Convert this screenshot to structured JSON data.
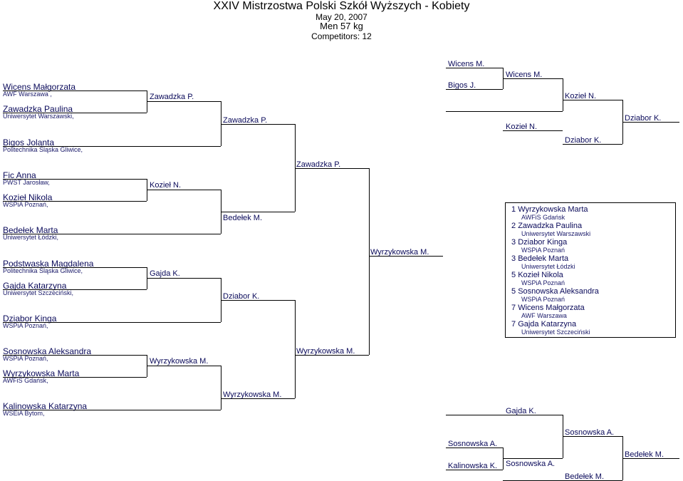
{
  "header": {
    "title": "XXIV Mistrzostwa Polski Szkół Wyższych - Kobiety",
    "date": "May 20, 2007",
    "category": "Men 57 kg",
    "competitors": "Competitors: 12"
  },
  "competitors": [
    {
      "name": "Wicens Małgorzata",
      "club": "AWF Warszawa ,"
    },
    {
      "name": "Zawadzka Paulina",
      "club": "Uniwersytet Warszawski,"
    },
    {
      "name": "Bigos Jolanta",
      "club": "Politechnika Śląska Gliwice,"
    },
    {
      "name": "Fic Anna",
      "club": "PWST Jarosław,"
    },
    {
      "name": "Kozieł Nikola",
      "club": "WSPiA Poznań,"
    },
    {
      "name": "Bedełek Marta",
      "club": "Uniwersytet Łódzki,"
    },
    {
      "name": "Podstwaska Magdalena",
      "club": "Politechnika Śląska Gliwice,"
    },
    {
      "name": "Gajda Katarzyna",
      "club": "Uniwersytet Szczeciński,"
    },
    {
      "name": "Dziabor Kinga",
      "club": "WSPiA Poznań,"
    },
    {
      "name": "Sosnowska Aleksandra",
      "club": "WSPiA Poznań,"
    },
    {
      "name": "Wyrzykowska Marta",
      "club": "AWFiS Gdańsk,"
    },
    {
      "name": "Kalinowska Katarzyna",
      "club": "WSEiA Bytom,"
    }
  ],
  "main_bracket": {
    "round1": [
      "Zawadzka P.",
      "Kozieł N.",
      "Gajda K.",
      "Wyrzykowska M."
    ],
    "round2": [
      "Zawadzka P.",
      "Bedełek M.",
      "Dziabor K.",
      "Wyrzykowska M."
    ],
    "round3": [
      "Zawadzka P.",
      "Wyrzykowska M."
    ],
    "final": "Wyrzykowska M."
  },
  "repechage_top": {
    "r1": [
      "Wicens M.",
      "Bigos J."
    ],
    "r2": [
      "Wicens M.",
      "Kozieł N."
    ],
    "r3": [
      "Kozieł N.",
      "Dziabor K."
    ],
    "winner": "Dziabor K."
  },
  "repechage_bottom": {
    "r1": [
      "Sosnowska A.",
      "Kalinowska K."
    ],
    "r2": [
      "Gajda K.",
      "Sosnowska A."
    ],
    "r3": [
      "Sosnowska A.",
      "Bedełek M."
    ],
    "winner": "Bedełek M."
  },
  "results": [
    {
      "place": "1",
      "name": "Wyrzykowska Marta",
      "club": "AWFiS Gdańsk"
    },
    {
      "place": "2",
      "name": "Zawadzka Paulina",
      "club": "Uniwersytet Warszawski"
    },
    {
      "place": "3",
      "name": "Dziabor Kinga",
      "club": "WSPiA Poznań"
    },
    {
      "place": "3",
      "name": "Bedełek Marta",
      "club": "Uniwersytet Łódzki"
    },
    {
      "place": "5",
      "name": "Kozieł Nikola",
      "club": "WSPiA Poznań"
    },
    {
      "place": "5",
      "name": "Sosnowska Aleksandra",
      "club": "WSPiA Poznań"
    },
    {
      "place": "7",
      "name": "Wicens Małgorzata",
      "club": "AWF Warszawa"
    },
    {
      "place": "7",
      "name": "Gajda Katarzyna",
      "club": "Uniwersytet Szczeciński"
    }
  ],
  "chart_data": {
    "type": "table",
    "title": "XXIV Mistrzostwa Polski Szkół Wyższych - Kobiety",
    "rows": [
      [
        "1",
        "Wyrzykowska Marta",
        "AWFiS Gdańsk"
      ],
      [
        "2",
        "Zawadzka Paulina",
        "Uniwersytet Warszawski"
      ],
      [
        "3",
        "Dziabor Kinga",
        "WSPiA Poznań"
      ],
      [
        "3",
        "Bedełek Marta",
        "Uniwersytet Łódzki"
      ],
      [
        "5",
        "Kozieł Nikola",
        "WSPiA Poznań"
      ],
      [
        "5",
        "Sosnowska Aleksandra",
        "WSPiA Poznań"
      ],
      [
        "7",
        "Wicens Małgorzata",
        "AWF Warszawa"
      ],
      [
        "7",
        "Gajda Katarzyna",
        "Uniwersytet Szczeciński"
      ]
    ]
  }
}
